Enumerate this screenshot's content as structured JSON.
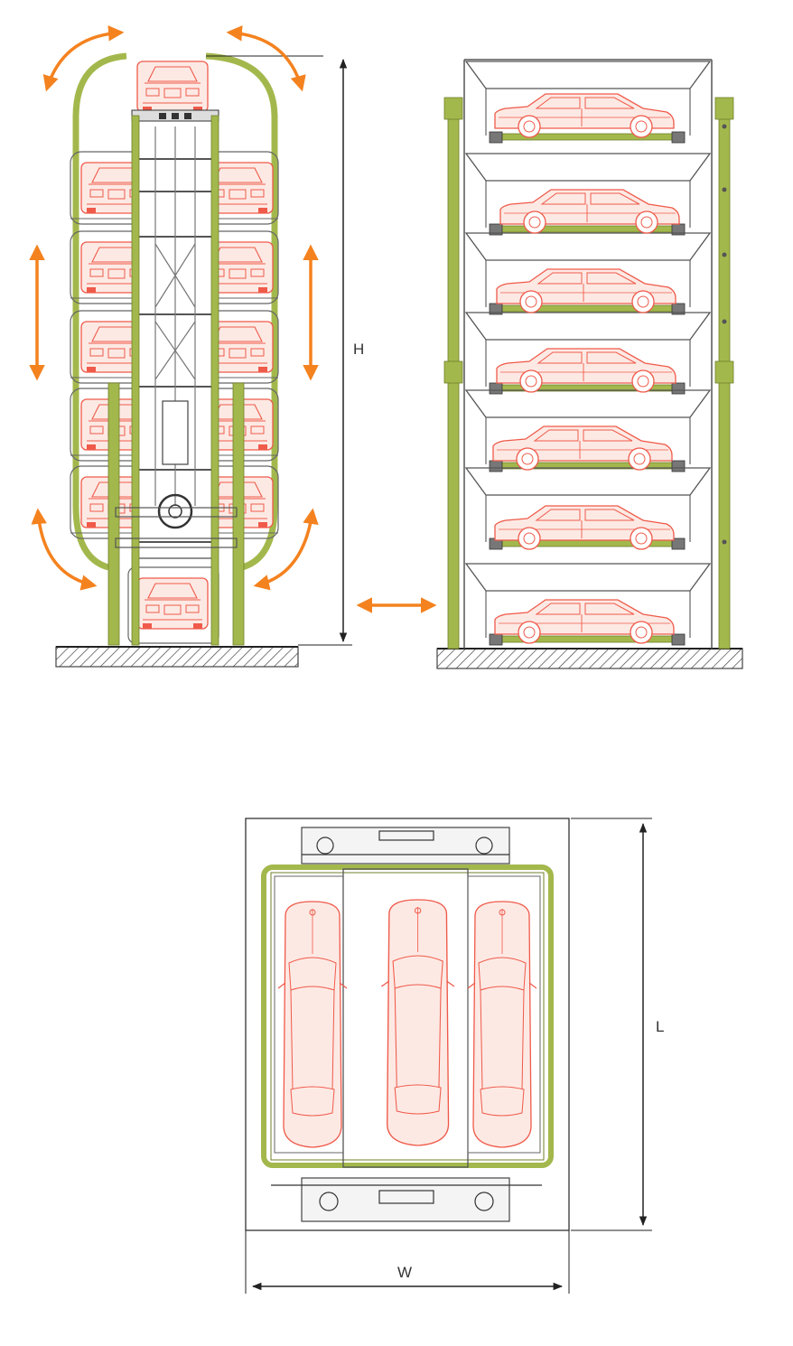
{
  "labels": {
    "height": "H",
    "length": "L",
    "width": "W"
  },
  "colors": {
    "frame_green": "#a3b84c",
    "frame_green_dark": "#6f7f2a",
    "car_red": "#ef5a4a",
    "car_fill": "#fde9e4",
    "arrow_orange": "#f4821f",
    "steel": "#555555",
    "dimension": "#222222",
    "ground_hatch": "#444444"
  },
  "views": {
    "front": {
      "car_levels": 6,
      "top_car": true,
      "bottom_car": true
    },
    "side": {
      "car_levels": 7
    },
    "plan": {
      "cars_visible": 3
    }
  }
}
